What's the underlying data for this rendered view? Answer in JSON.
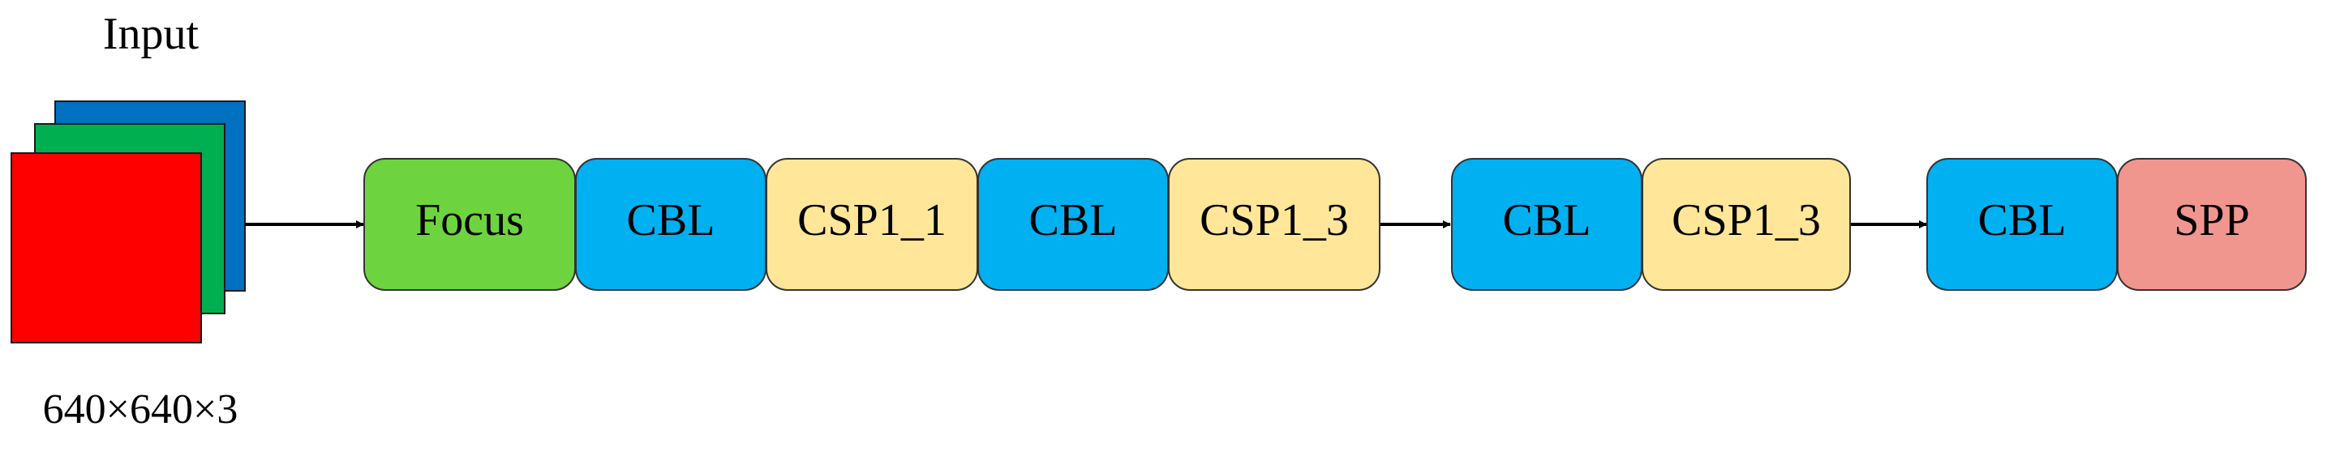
{
  "input": {
    "label": "Input",
    "dimensions": "640×640×3",
    "layer_colors": [
      "#0070C0",
      "#00B050",
      "#FF0000"
    ]
  },
  "blocks": [
    {
      "label": "Focus",
      "color": "#6DD43F"
    },
    {
      "label": "CBL",
      "color": "#00B0F0"
    },
    {
      "label": "CSP1_1",
      "color": "#FFE699"
    },
    {
      "label": "CBL",
      "color": "#00B0F0"
    },
    {
      "label": "CSP1_3",
      "color": "#FFE699"
    },
    {
      "label": "CBL",
      "color": "#00B0F0"
    },
    {
      "label": "CSP1_3",
      "color": "#FFE699"
    },
    {
      "label": "CBL",
      "color": "#00B0F0"
    },
    {
      "label": "SPP",
      "color": "#F0968F"
    }
  ]
}
